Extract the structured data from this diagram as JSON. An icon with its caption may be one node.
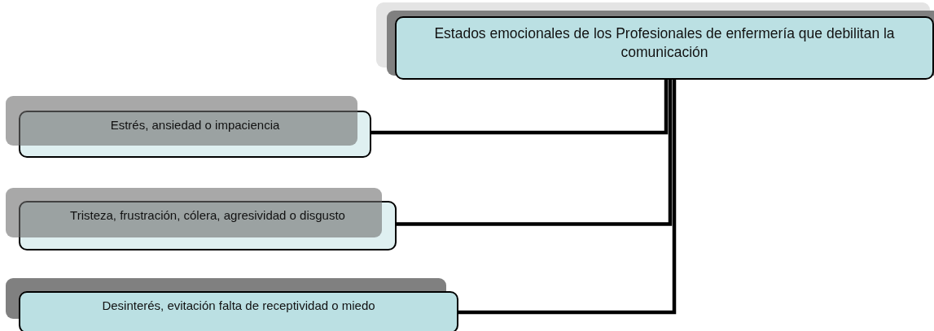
{
  "diagram": {
    "nodes": [
      {
        "text": [
          "Estados emocionales de los Profesionales de enfermería que debilitan la comunicación"
        ]
      },
      {
        "text": [
          "Estrés, ansiedad o impaciencia"
        ]
      },
      {
        "text": [
          "Tristeza, frustración, cólera, agresividad o disgusto"
        ]
      },
      {
        "text": [
          "Desinterés, evitación falta de receptividad o miedo"
        ]
      }
    ],
    "edges": [
      {
        "from": 0,
        "to": 1,
        "arrow": "none"
      },
      {
        "from": 0,
        "to": 2,
        "arrow": "none"
      },
      {
        "from": 0,
        "to": 3,
        "arrow": "none"
      }
    ]
  }
}
